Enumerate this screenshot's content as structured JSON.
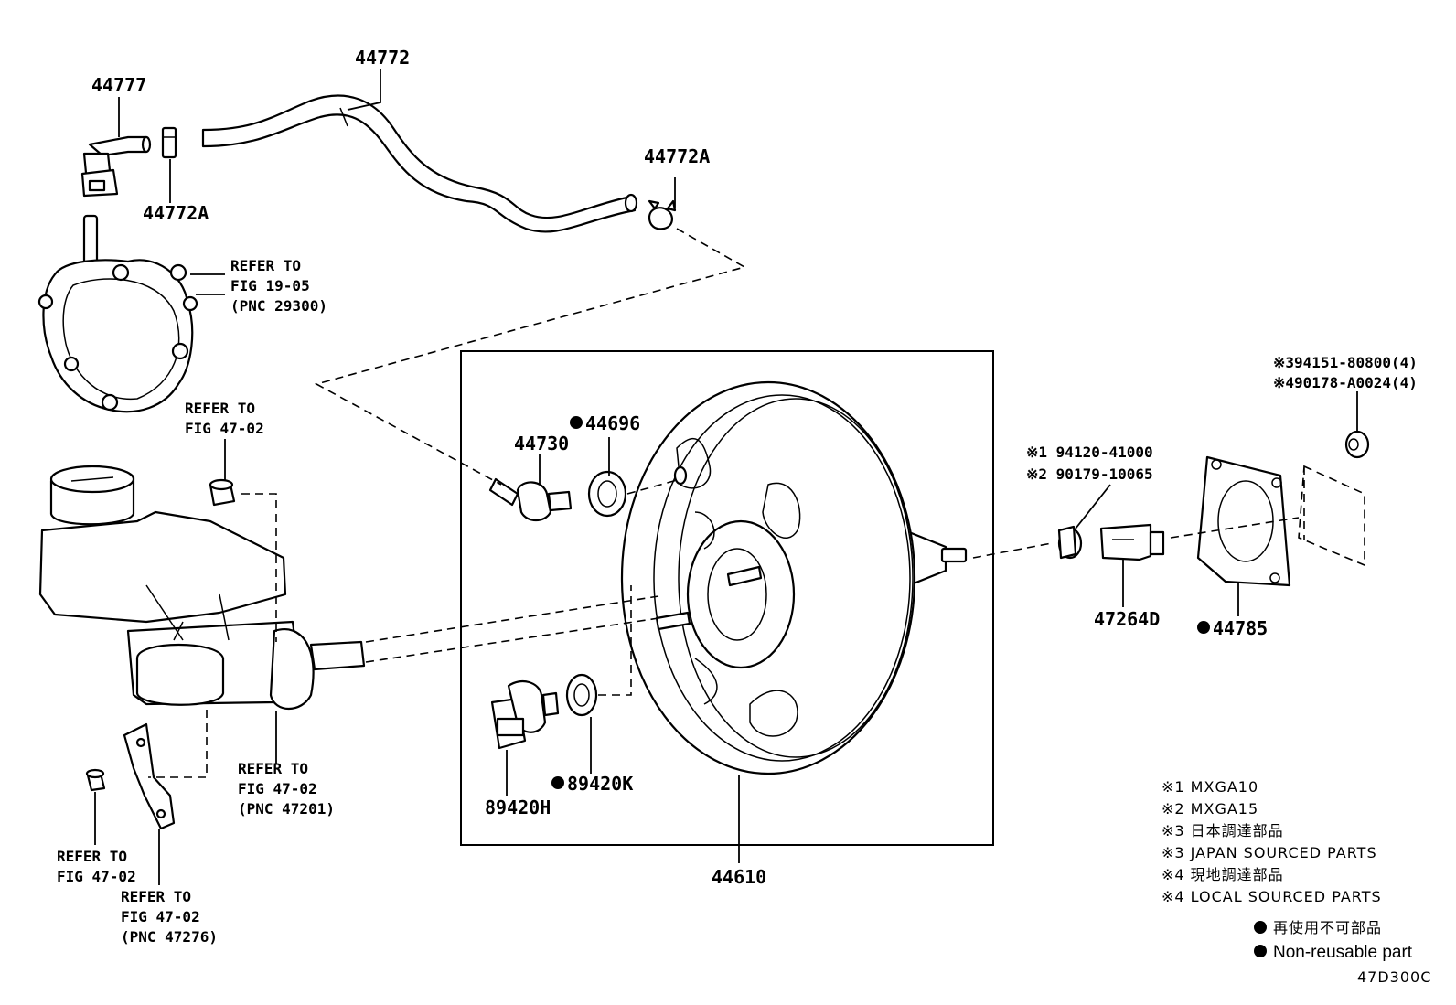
{
  "labels": {
    "p44777": "44777",
    "p44772": "44772",
    "p44772a_left": "44772A",
    "p44772a_right": "44772A",
    "p44696": "44696",
    "p44730": "44730",
    "p89420k": "89420K",
    "p89420h": "89420H",
    "p44610": "44610",
    "p47264d": "47264D",
    "p44785": "44785"
  },
  "references": {
    "vacuum_pump": [
      "REFER TO",
      "FIG 19-05",
      "(PNC 29300)"
    ],
    "reservoir_cap": [
      "REFER TO",
      "FIG 47-02"
    ],
    "master_cylinder": [
      "REFER TO",
      "FIG 47-02",
      "(PNC 47201)"
    ],
    "lower_bolt": [
      "REFER TO",
      "FIG 47-02"
    ],
    "bracket": [
      "REFER TO",
      "FIG 47-02",
      "(PNC 47276)"
    ]
  },
  "variants": {
    "v1_part": "※1 94120-41000",
    "v2_part": "※2 90179-10065",
    "v3_part": "※394151-80800(4)",
    "v4_part": "※490178-A0024(4)"
  },
  "legend": {
    "l1": "※1 MXGA10",
    "l2": "※2 MXGA15",
    "l3_ja": "※3 日本調達部品",
    "l3_en": "※3 JAPAN SOURCED PARTS",
    "l4_ja": "※4 現地調達部品",
    "l4_en": "※4 LOCAL SOURCED PARTS",
    "nonreusable_ja": "再使用不可部品",
    "nonreusable_en": "Non-reusable part"
  },
  "figure_code": "47D300C"
}
